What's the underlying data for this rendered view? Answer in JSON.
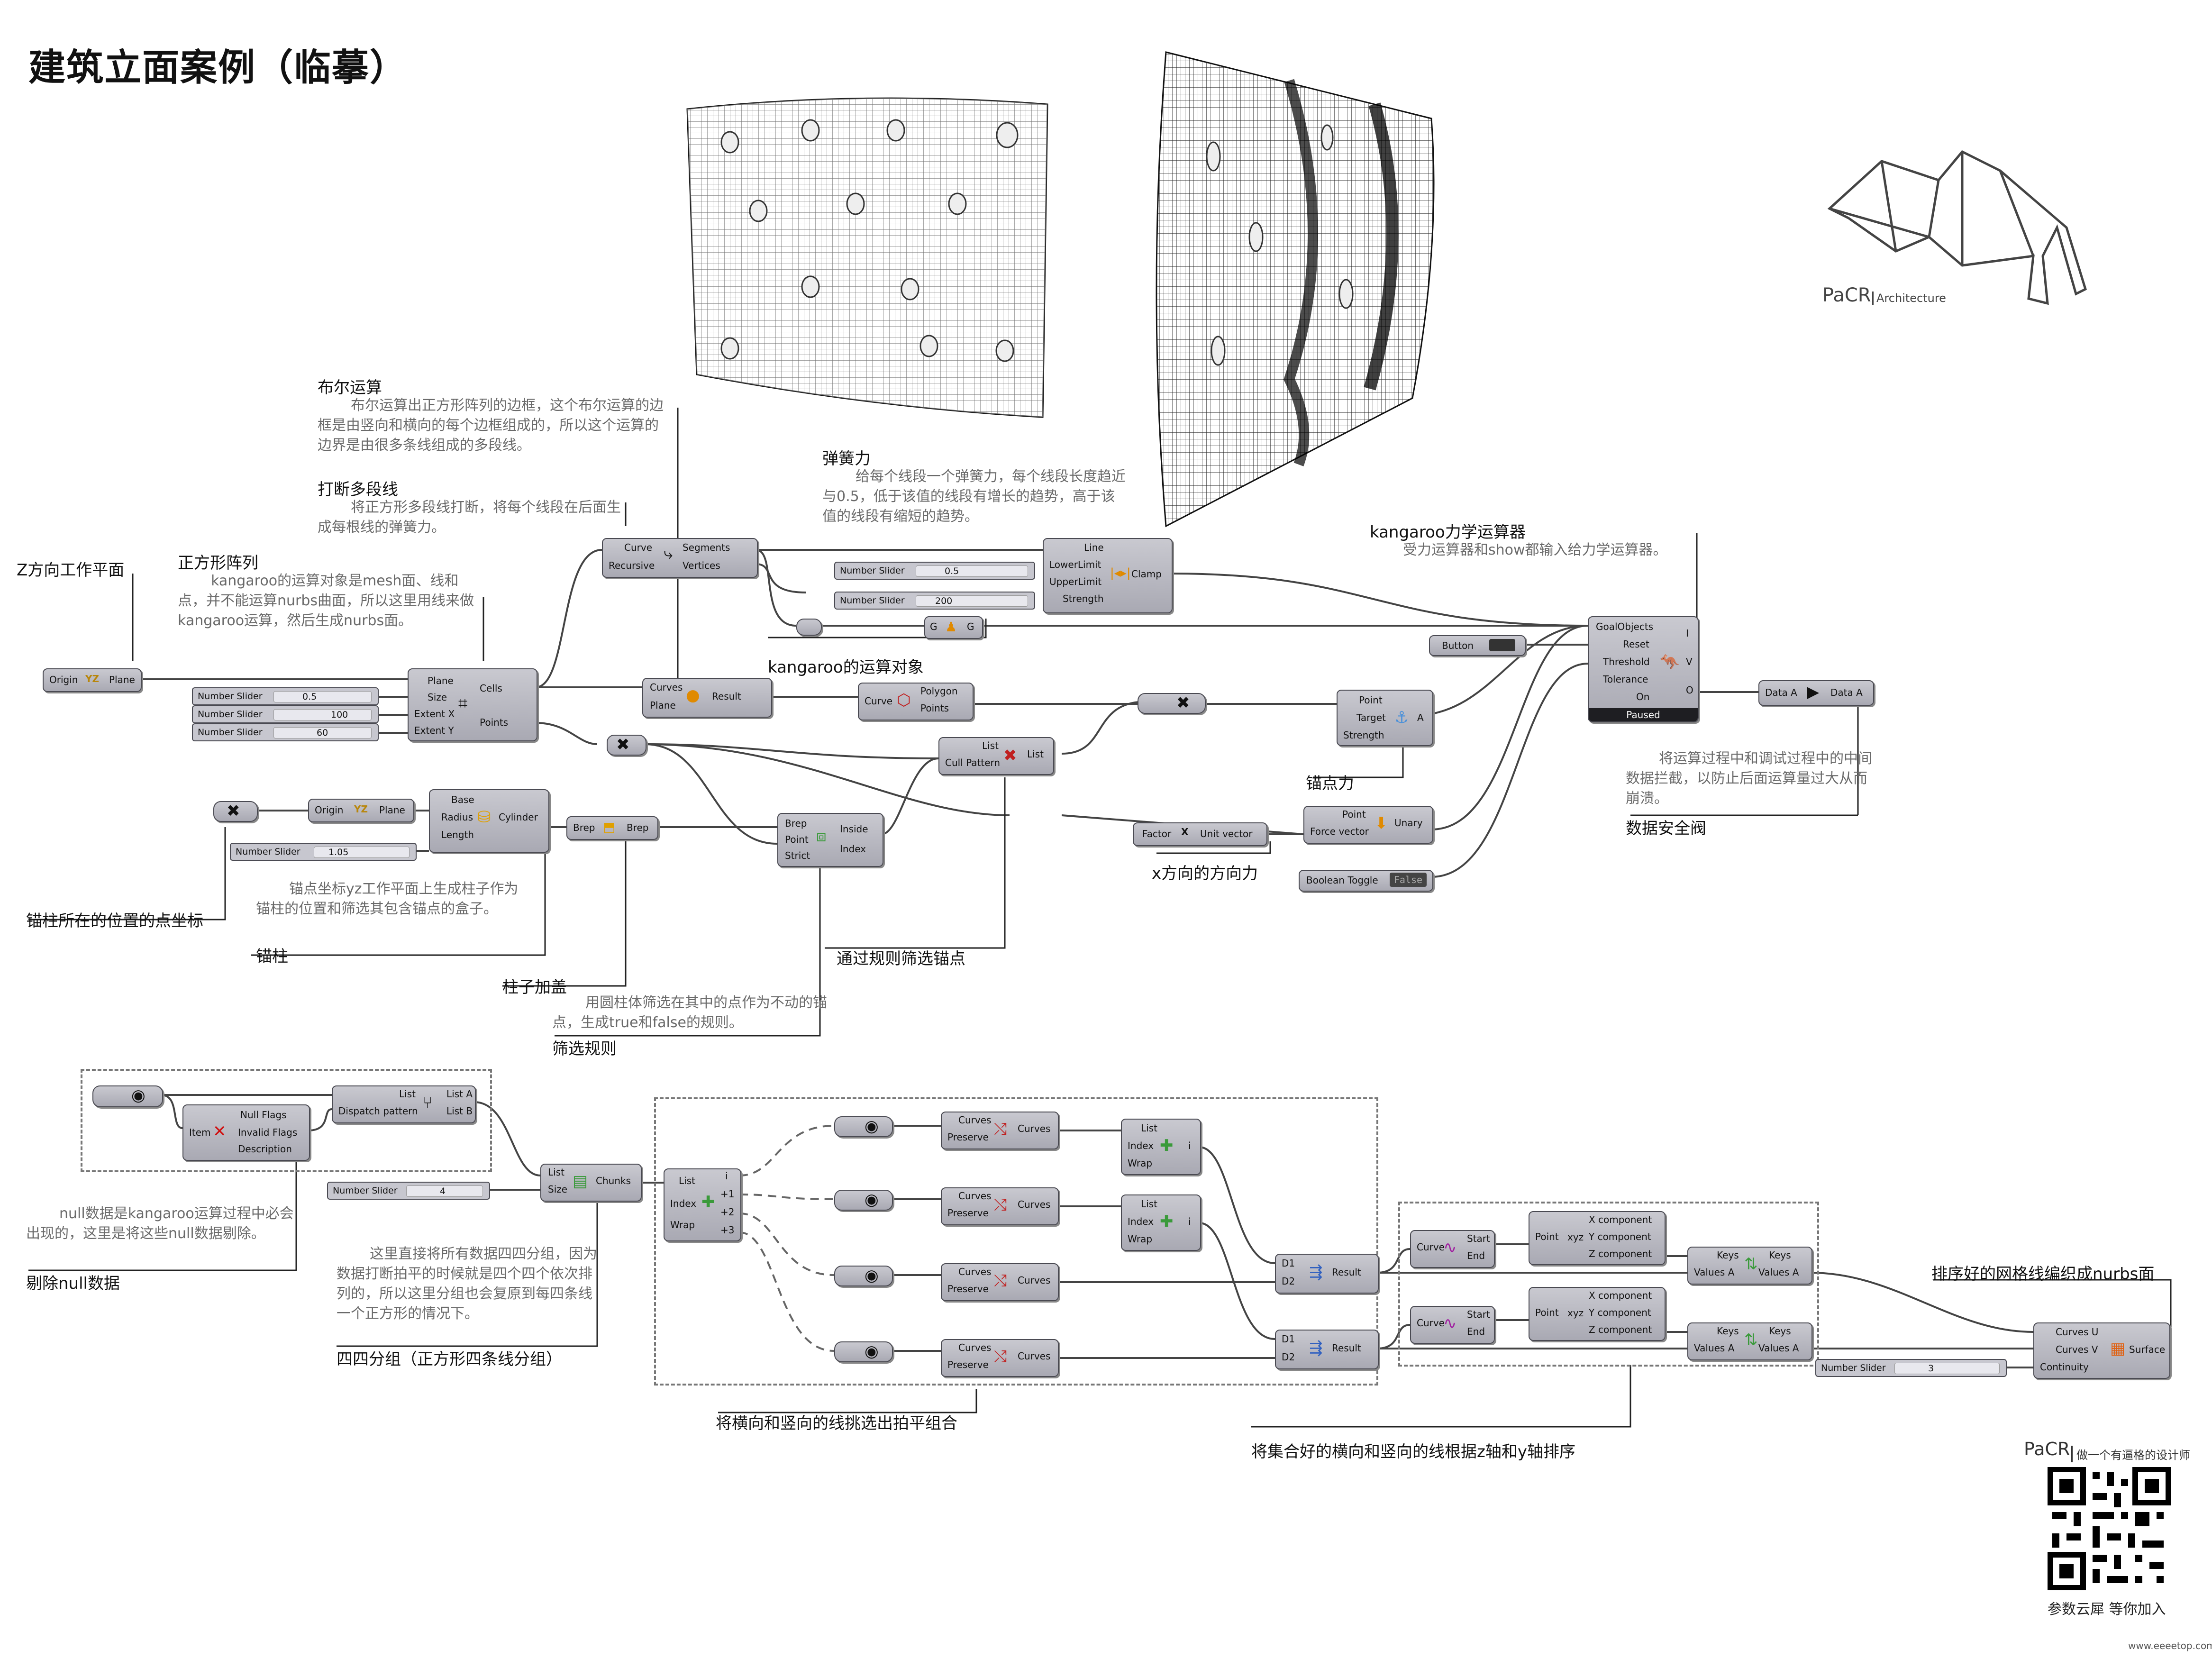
{
  "page": {
    "title": "建筑立面案例（临摹）",
    "brand": "PaCR",
    "brand_sub": "Architecture",
    "footer_brand": "PaCR",
    "footer_slogan": "做一个有逼格的设计师",
    "footer_join": "参数云犀  等你加入",
    "watermark": "www.eeeetop.com"
  },
  "annotations": {
    "boolean": {
      "head": "布尔运算",
      "body": "布尔运算出正方形阵列的边框，这个布尔运算的边框是由竖向和横向的每个边框组成的，所以这个运算的边界是由很多条线组成的多段线。"
    },
    "explode": {
      "head": "打断多段线",
      "body": "将正方形多段线打断，将每个线段在后面生成每根线的弹簧力。"
    },
    "spring": {
      "head": "弹簧力",
      "body": "给每个线段一个弹簧力，每个线段长度趋近与0.5，低于该值的线段有增长的趋势，高于该值的线段有缩短的趋势。"
    },
    "zplane": {
      "head": "Z方向工作平面"
    },
    "grid": {
      "head": "正方形阵列",
      "body": "kangaroo的运算对象是mesh面、线和点，并不能运算nurbs曲面，所以这里用线来做kangaroo运算，然后生成nurbs面。"
    },
    "kobject": {
      "head": "kangaroo的运算对象"
    },
    "solver": {
      "head": "kangaroo力学运算器",
      "body": "受力运算器和show都输入给力学运算器。"
    },
    "anchor": {
      "head": "锚点力"
    },
    "datadam": {
      "head": "数据安全阀",
      "body": "将运算过程中和调试过程中的中间数据拦截，以防止后面运算量过大从而崩溃。"
    },
    "xforce": {
      "head": "x方向的方向力"
    },
    "anchorpt": {
      "head": "锚柱所在的位置的点坐标"
    },
    "column": {
      "head": "锚柱",
      "body": "锚点坐标yz工作平面上生成柱子作为锚柱的位置和筛选其包含锚点的盒子。"
    },
    "cap": {
      "head": "柱子加盖"
    },
    "rule": {
      "head": "筛选规则",
      "body": "用圆柱体筛选在其中的点作为不动的锚点，生成true和false的规则。"
    },
    "cull": {
      "head": "通过规则筛选锚点"
    },
    "nulls": {
      "head": "剔除null数据",
      "body": "null数据是kangaroo运算过程中必会出现的，这里是将这些null数据剔除。"
    },
    "chunks": {
      "head": "四四分组（正方形四条线分组）",
      "body": "这里直接将所有数据四四分组，因为数据打断拍平的时候就是四个四个依次排列的，所以这里分组也会复原到每四条线一个正方形的情况下。"
    },
    "flatten": {
      "head": "将横向和竖向的线挑选出拍平组合"
    },
    "sort": {
      "head": "将集合好的横向和竖向的线根据z轴和y轴排序"
    },
    "nurbs": {
      "head": "排序好的网格线编织成nurbs面"
    }
  },
  "nodes": {
    "origin1": {
      "in": "Origin",
      "icon": "YZ",
      "out": "Plane"
    },
    "grid": {
      "ins": [
        "Plane",
        "Size",
        "Extent X",
        "Extent Y"
      ],
      "outs": [
        "Cells",
        "Points"
      ]
    },
    "explode": {
      "ins": [
        "Curve",
        "Recursive"
      ],
      "outs": [
        "Segments",
        "Vertices"
      ]
    },
    "boolean": {
      "ins": [
        "Curves",
        "Plane"
      ],
      "outs": [
        "Result"
      ]
    },
    "clamp": {
      "ins": [
        "Line",
        "LowerLimit",
        "UpperLimit",
        "Strength"
      ],
      "label": "Clamp"
    },
    "goal": {
      "in": "G",
      "out": "G"
    },
    "polygon": {
      "in": "Curve",
      "outs": [
        "Polygon",
        "Points"
      ]
    },
    "anchor": {
      "ins": [
        "Point",
        "Target",
        "Strength"
      ],
      "out": "A"
    },
    "cullpat": {
      "ins": [
        "List",
        "Cull Pattern"
      ],
      "out": "List"
    },
    "solver": {
      "ins": [
        "GoalObjects",
        "Reset",
        "Threshold",
        "Tolerance",
        "On"
      ],
      "outs": [
        "I",
        "V",
        "O"
      ],
      "status": "Paused"
    },
    "button": {
      "label": "Button"
    },
    "datadam": {
      "in": "Data A",
      "out": "Data A"
    },
    "unitvec": {
      "in": "Factor",
      "label": "Unit vector",
      "icon": "X"
    },
    "unary": {
      "ins": [
        "Point",
        "Force vector"
      ],
      "out": "Unary"
    },
    "toggle": {
      "label": "Boolean Toggle",
      "value": "False"
    },
    "origin2": {
      "in": "Origin",
      "icon": "YZ",
      "out": "Plane"
    },
    "cylinder": {
      "ins": [
        "Base",
        "Radius",
        "Length"
      ],
      "out": "Cylinder"
    },
    "cap": {
      "in": "Brep",
      "out": "Brep"
    },
    "inside": {
      "ins": [
        "Brep",
        "Point",
        "Strict"
      ],
      "outs": [
        "Inside",
        "Index"
      ]
    },
    "nullitem": {
      "in": "Item",
      "outs": [
        "Null Flags",
        "Invalid Flags",
        "Description"
      ]
    },
    "dispatch": {
      "ins": [
        "List",
        "Dispatch pattern"
      ],
      "outs": [
        "List A",
        "List B"
      ]
    },
    "chunks": {
      "ins": [
        "List",
        "Size"
      ],
      "out": "Chunks"
    },
    "listitem": {
      "ins": [
        "List",
        "Index",
        "Wrap"
      ],
      "outs": [
        "i",
        "+1",
        "+2",
        "+3"
      ]
    },
    "flip": {
      "ins": [
        "Curves",
        "Preserve"
      ],
      "out": "Curves"
    },
    "item": {
      "ins": [
        "List",
        "Index",
        "Wrap"
      ],
      "out": "i"
    },
    "merge": {
      "ins": [
        "D1",
        "D2"
      ],
      "out": "Result"
    },
    "endpts": {
      "in": "Curve",
      "outs": [
        "Start",
        "End"
      ]
    },
    "decon": {
      "in": "Point",
      "outs": [
        "X component",
        "Y component",
        "Z component"
      ]
    },
    "sortlist": {
      "ins": [
        "Keys",
        "Values A"
      ],
      "outs": [
        "Keys",
        "Values A"
      ]
    },
    "network": {
      "ins": [
        "Curves U",
        "Curves V",
        "Continuity"
      ],
      "out": "Surface"
    }
  },
  "sliders": {
    "s_size": {
      "label": "Number Slider",
      "value": "0.5"
    },
    "s_ex": {
      "label": "Number Slider",
      "value": "100"
    },
    "s_ey": {
      "label": "Number Slider",
      "value": "60"
    },
    "s_lower": {
      "label": "Number Slider",
      "value": "0.5"
    },
    "s_strength": {
      "label": "Number Slider",
      "value": "200"
    },
    "s_radius": {
      "label": "Number Slider",
      "value": "1.05"
    },
    "s_chunk": {
      "label": "Number Slider",
      "value": "4"
    },
    "s_cont": {
      "label": "Number Slider",
      "value": "3"
    }
  },
  "colors": {
    "node": "#b5b5bd",
    "node_border": "#4a4a52",
    "wire": "#444444",
    "annotation": "#6a6a6a"
  }
}
